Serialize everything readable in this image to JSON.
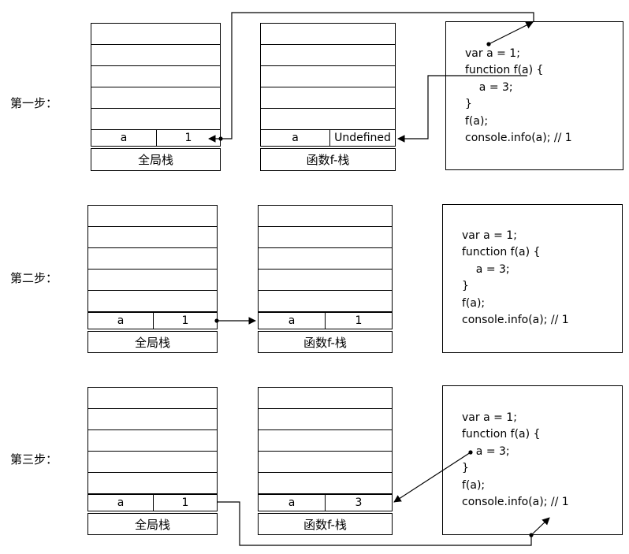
{
  "steps": [
    {
      "label": "第一步：",
      "global_stack": {
        "var_name": "a",
        "var_value": "1",
        "title": "全局栈"
      },
      "func_stack": {
        "var_name": "a",
        "var_value": "Undefined",
        "title": "函数f-栈"
      },
      "code": [
        "var a = 1;",
        "function f(a) {",
        "    a = 3;",
        "}",
        "f(a);",
        "console.info(a); // 1"
      ]
    },
    {
      "label": "第二步：",
      "global_stack": {
        "var_name": "a",
        "var_value": "1",
        "title": "全局栈"
      },
      "func_stack": {
        "var_name": "a",
        "var_value": "1",
        "title": "函数f-栈"
      },
      "code": [
        "var a = 1;",
        "function f(a) {",
        "    a = 3;",
        "}",
        "f(a);",
        "console.info(a); // 1"
      ]
    },
    {
      "label": "第三步：",
      "global_stack": {
        "var_name": "a",
        "var_value": "1",
        "title": "全局栈"
      },
      "func_stack": {
        "var_name": "a",
        "var_value": "3",
        "title": "函数f-栈"
      },
      "code": [
        "var a = 1;",
        "function f(a) {",
        "    a = 3;",
        "}",
        "f(a);",
        "console.info(a); // 1"
      ]
    }
  ]
}
